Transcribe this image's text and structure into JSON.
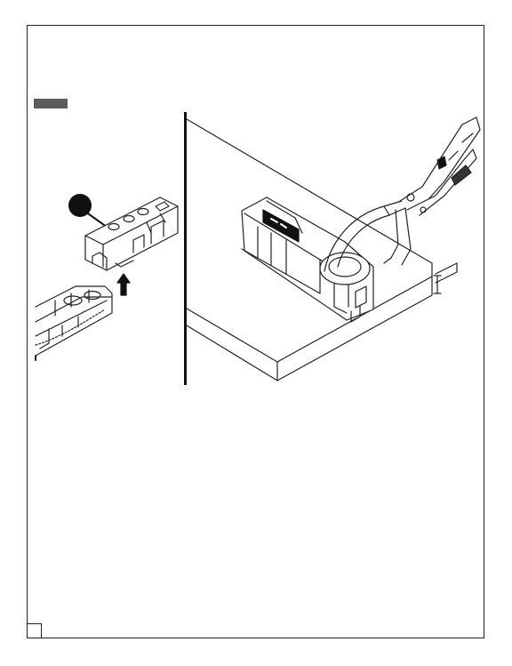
{
  "page": {
    "frame": "document-page",
    "background": "#ffffff",
    "ink": "#222222"
  },
  "step_tab": {
    "color": "#5d5d5d"
  },
  "illustrations": {
    "left": {
      "depicts": "drill-guide-block-insert",
      "arrow": "up-arrow-icon",
      "callout": "callout-dot-icon"
    },
    "right": {
      "depicts": "pocket-hole-jig-with-clamp-on-board"
    }
  }
}
